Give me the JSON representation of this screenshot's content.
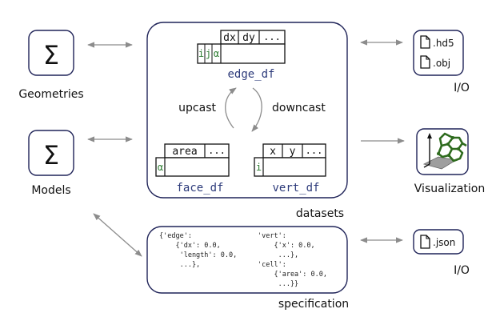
{
  "left_column": {
    "geometries": {
      "symbol": "Σ",
      "label": "Geometries"
    },
    "models": {
      "symbol": "Σ",
      "label": "Models"
    }
  },
  "datasets": {
    "label": "datasets",
    "edge_df": {
      "name": "edge_df",
      "columns": [
        "dx",
        "dy",
        "..."
      ],
      "index": [
        "i",
        "j",
        "α"
      ]
    },
    "face_df": {
      "name": "face_df",
      "columns": [
        "area",
        "..."
      ],
      "index": [
        "α"
      ]
    },
    "vert_df": {
      "name": "vert_df",
      "columns": [
        "x",
        "y",
        "..."
      ],
      "index": [
        "i"
      ]
    },
    "upcast": "upcast",
    "downcast": "downcast"
  },
  "io_top": {
    "files": [
      ".hd5",
      ".obj"
    ],
    "label": "I/O"
  },
  "visualization": {
    "label": "Visualization",
    "icon": "mesh-3d-icon"
  },
  "specification": {
    "label": "specification",
    "left_lines": [
      "{'edge':",
      "    {'dx': 0.0,",
      "     'length': 0.0,",
      "     ...},"
    ],
    "right_lines": [
      "'vert':",
      "    {'x': 0.0,",
      "     ...},",
      "'cell':",
      "    {'area': 0.0,",
      "     ...}}"
    ]
  },
  "io_bottom": {
    "files": [
      ".json"
    ],
    "label": "I/O"
  },
  "colors": {
    "border": "#1f2358",
    "arrow": "#8c8c8c",
    "index_green": "#2e7d32",
    "df_name_blue": "#2c3a7a"
  }
}
